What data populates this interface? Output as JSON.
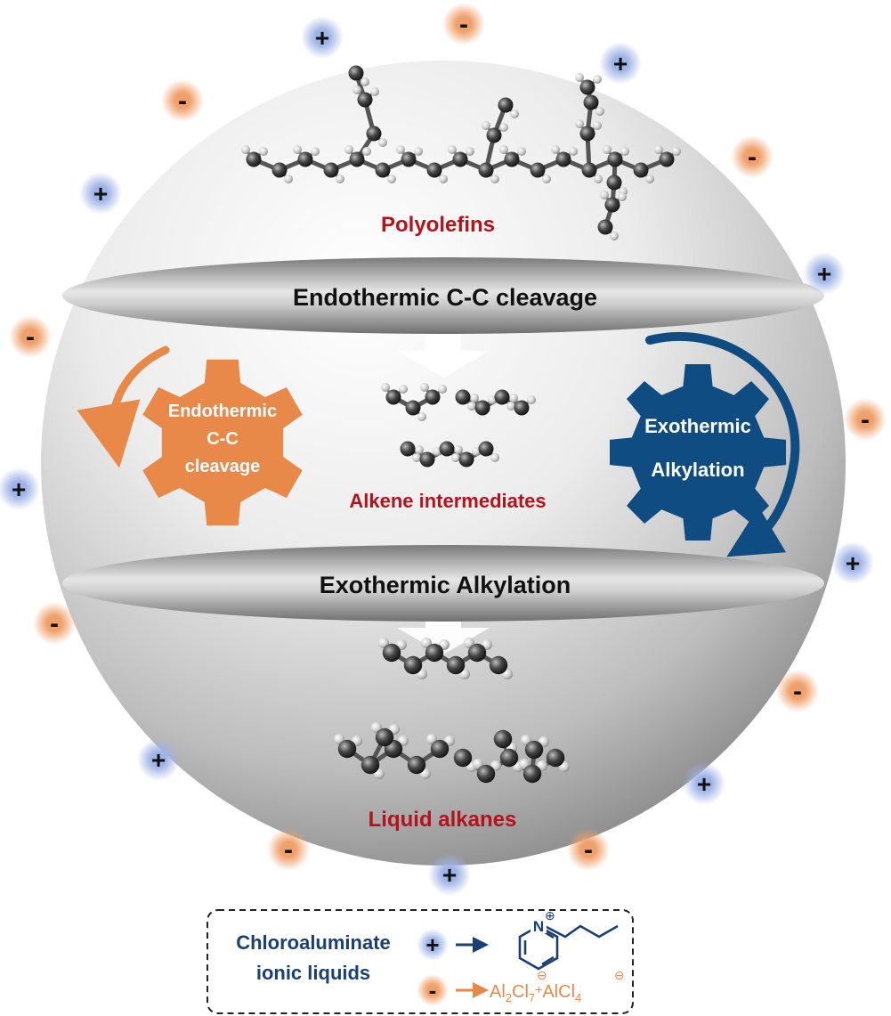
{
  "labels": {
    "polyolefins": "Polyolefins",
    "band_top": "Endothermic C-C cleavage",
    "alkene_intermediates": "Alkene intermediates",
    "band_bottom": "Exothermic Alkylation",
    "liquid_alkanes": "Liquid alkanes",
    "gear_left_line1": "Endothermic",
    "gear_left_line2": "C-C",
    "gear_left_line3": "cleavage",
    "gear_right_line1": "Exothermic",
    "gear_right_line2": "Alkylation"
  },
  "ions": {
    "plus_symbol": "+",
    "minus_symbol": "-"
  },
  "legend": {
    "title_line1": "Chloroaluminate",
    "title_line2": "ionic liquids",
    "cation_symbol": "+",
    "anion_symbol": "-",
    "nitrogen": "N",
    "anion_formula": {
      "al1": "Al",
      "s1": "2",
      "cl1": "Cl",
      "s2": "7",
      "plus": "+",
      "al2": "AlCl",
      "s3": "4",
      "charge": "⊖",
      "n_charge": "⊕"
    }
  },
  "colors": {
    "title_red": "#b5121b",
    "cation_blue": "#1a3f73",
    "gear_orange": "#e8894a",
    "gear_blue": "#0f4c81",
    "anion_orange": "#e8894a"
  }
}
